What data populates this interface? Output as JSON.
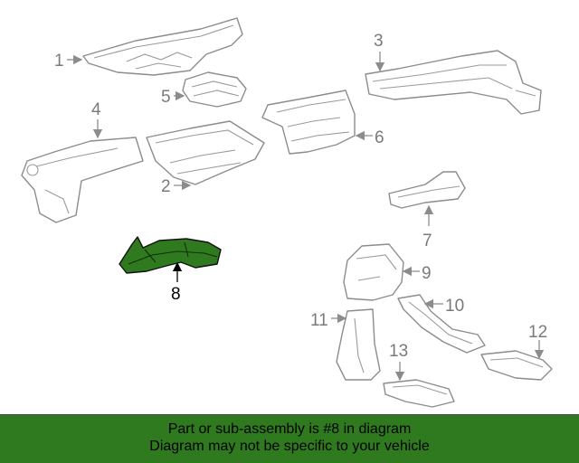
{
  "diagram": {
    "callouts": [
      "1",
      "2",
      "3",
      "4",
      "5",
      "6",
      "7",
      "8",
      "9",
      "10",
      "11",
      "12",
      "13"
    ],
    "highlighted": "8",
    "highlight_color": "#2f7a1f"
  },
  "banner": {
    "line1": "Part or sub-assembly is #8 in diagram",
    "line2": "Diagram may not be specific to your vehicle",
    "background": "#2f7a1f"
  }
}
